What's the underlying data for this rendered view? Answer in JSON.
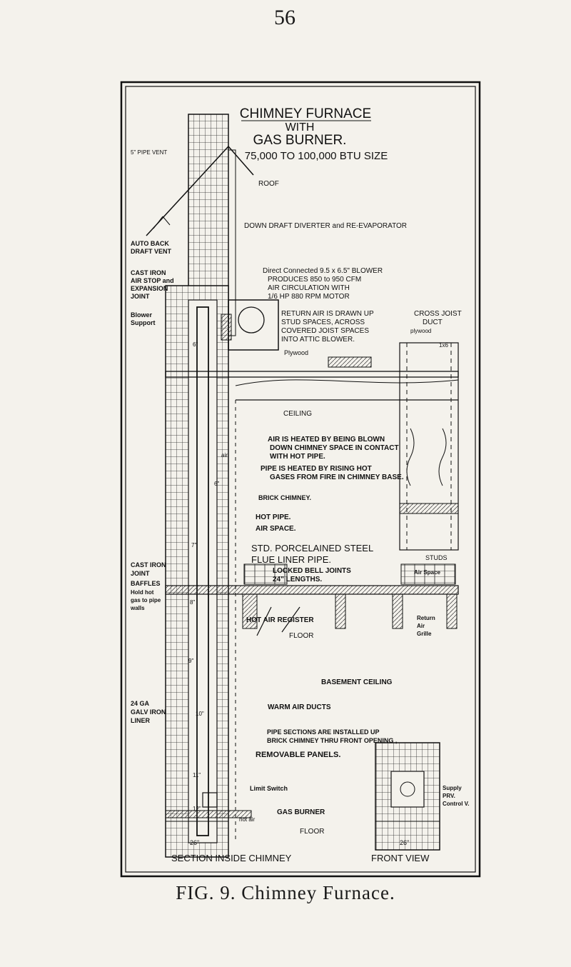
{
  "page_number": "56",
  "title": {
    "line1": "CHIMNEY FURNACE",
    "line2": "WITH",
    "line3": "GAS BURNER.",
    "line4": "75,000 TO 100,000 BTU SIZE"
  },
  "labels": {
    "pipe_vent": "5\" PIPE VENT",
    "roof": "ROOF",
    "down_draft": "DOWN DRAFT DIVERTER and RE-EVAPORATOR",
    "auto_back_draft": [
      "AUTO BACK",
      "DRAFT VENT"
    ],
    "cast_iron_stop": [
      "CAST IRON",
      "AIR STOP and",
      "EXPANSION",
      "JOINT"
    ],
    "blower_note": [
      "Direct Connected 9.5 x 6.5\" BLOWER",
      "PRODUCES 850 to 950 CFM",
      "AIR CIRCULATION WITH",
      "1/6 HP 880 RPM MOTOR"
    ],
    "blower_support": [
      "Blower",
      "Support"
    ],
    "return_air": [
      "RETURN AIR IS DRAWN UP",
      "STUD SPACES, ACROSS",
      "COVERED JOIST SPACES",
      "INTO ATTIC BLOWER."
    ],
    "cross_joist": [
      "CROSS JOIST",
      "DUCT"
    ],
    "plywood_right": "plywood",
    "dim_1x6": "1x6",
    "plywood_left": "Plywood",
    "dim_6": "6\"",
    "ceiling": "CEILING",
    "air_heated": [
      "AIR IS HEATED BY BEING BLOWN",
      "DOWN CHIMNEY SPACE IN CONTACT",
      "WITH HOT PIPE."
    ],
    "air": "air",
    "pipe_heated": [
      "PIPE IS HEATED BY RISING HOT",
      "GASES FROM FIRE IN CHIMNEY BASE."
    ],
    "dim_6b": "6\"",
    "brick_chimney": "BRICK CHIMNEY.",
    "hot_pipe": "HOT PIPE.",
    "air_space": "AIR SPACE.",
    "dim_7": "7\"",
    "std_porcelain": [
      "STD. PORCELAINED STEEL",
      "FLUE LINER PIPE."
    ],
    "studs": "STUDS",
    "cast_iron_joint": [
      "CAST IRON",
      "JOINT"
    ],
    "baffles": [
      "BAFFLES",
      "Hold hot",
      "gas to pipe",
      "walls"
    ],
    "locked_bell": [
      "LOCKED BELL JOINTS",
      "24\" LENGTHS."
    ],
    "air_space_right": "Air Space",
    "dim_8": "8\"",
    "return_grille": [
      "Return",
      "Air",
      "Grille"
    ],
    "hot_air_register": "HOT AIR REGISTER",
    "floor_upper": "FLOOR",
    "dim_9": "9\"",
    "basement_ceiling": "BASEMENT CEILING",
    "warm_air_ducts": "WARM AIR DUCTS",
    "galv_liner": [
      "24 GA",
      "GALV IRON",
      "LINER"
    ],
    "dim_10": "10\"",
    "pipe_sections": [
      "PIPE SECTIONS ARE INSTALLED UP",
      "BRICK CHIMNEY THRU FRONT OPENING ,"
    ],
    "removable": "REMOVABLE PANELS.",
    "dim_11": "11\"",
    "limit_switch": "Limit Switch",
    "dim_12": "12\"",
    "hot_air": "hot air",
    "supply": [
      "Supply",
      "PRV.",
      "Control V."
    ],
    "gas_burner": "GAS BURNER",
    "floor_lower": "FLOOR",
    "dim_26_left": "26\"",
    "dim_26_right": "26\"",
    "section_label": "SECTION INSIDE CHIMNEY",
    "front_view": "FRONT VIEW"
  },
  "caption": "FIG. 9. Chimney Furnace."
}
